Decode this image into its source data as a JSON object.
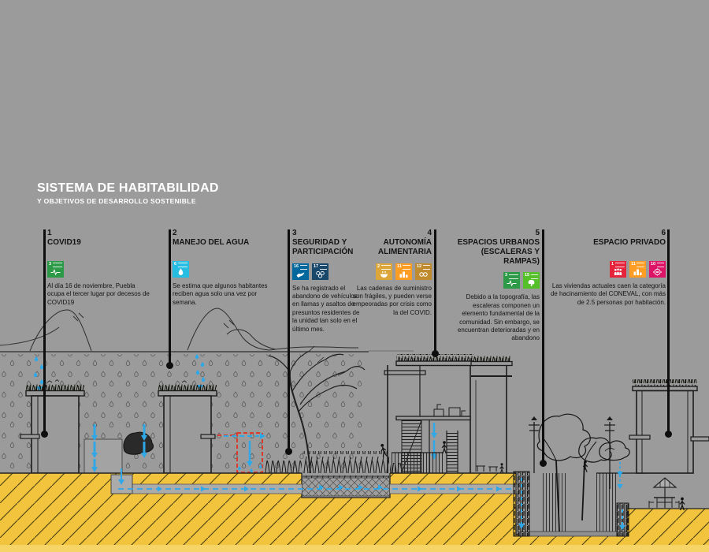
{
  "title": {
    "main": "SISTEMA DE HABITABILIDAD",
    "subtitle": "Y OBJETIVOS DE DESARROLLO SOSTENIBLE"
  },
  "callouts": [
    {
      "number": "1",
      "title": "COVID19",
      "text": "Al día 16 de noviembre, Puebla ocupa el tercer lugar por decesos de COVID19",
      "icons": [
        {
          "name": "sdg-3",
          "number": "3",
          "color": "#2D9A47"
        }
      ]
    },
    {
      "number": "2",
      "title": "MANEJO DEL AGUA",
      "text": "Se estima que algunos habitantes reciben agua solo una vez por semana.",
      "icons": [
        {
          "name": "sdg-6",
          "number": "6",
          "color": "#26BDE2"
        }
      ]
    },
    {
      "number": "3",
      "title": "SEGURIDAD Y PARTICIPACIÓN",
      "text": "Se ha registrado el abandono de vehículos en llamas y asaltos de presuntos residentes de la unidad tan solo en el último mes.",
      "icons": [
        {
          "name": "sdg-16",
          "number": "16",
          "color": "#00689D"
        },
        {
          "name": "sdg-17",
          "number": "17",
          "color": "#19486A"
        }
      ]
    },
    {
      "number": "4",
      "title": "AUTONOMÍA ALIMENTARIA",
      "text": "Las cadenas de suministro son frágiles, y pueden verse empeoradas por crisis como la del COVID.",
      "icons": [
        {
          "name": "sdg-2",
          "number": "2",
          "color": "#DDA63A"
        },
        {
          "name": "sdg-11",
          "number": "11",
          "color": "#FD9D24"
        },
        {
          "name": "sdg-12",
          "number": "12",
          "color": "#BF8B2E"
        }
      ]
    },
    {
      "number": "5",
      "title": "ESPACIOS URBANOS (ESCALERAS Y RAMPAS)",
      "text": "Debido a la topografía, las escaleras componen un elemento fundamental de la comunidad. Sin embargo, se encuentran deterioradas y en abandono",
      "icons": [
        {
          "name": "sdg-3",
          "number": "3",
          "color": "#2D9A47"
        },
        {
          "name": "sdg-15",
          "number": "15",
          "color": "#56C02B"
        }
      ]
    },
    {
      "number": "6",
      "title": "ESPACIO PRIVADO",
      "text": "Las viviendas actuales caen la categoría de hacinamiento del CONEVAL, con más de 2.5 personas por habitación.",
      "icons": [
        {
          "name": "sdg-1",
          "number": "1",
          "color": "#E5243B"
        },
        {
          "name": "sdg-11",
          "number": "11",
          "color": "#FD9D24"
        },
        {
          "name": "sdg-10",
          "number": "10",
          "color": "#DD1367"
        }
      ]
    }
  ],
  "colors": {
    "background": "#9B9B9B",
    "ground_yellow": "#F2C43D",
    "ground_light": "#F7D466",
    "water_blue": "#2FA8E8",
    "alert_red": "#D93A2B",
    "ink": "#1C1C1C",
    "title": "#FFFFFF"
  }
}
